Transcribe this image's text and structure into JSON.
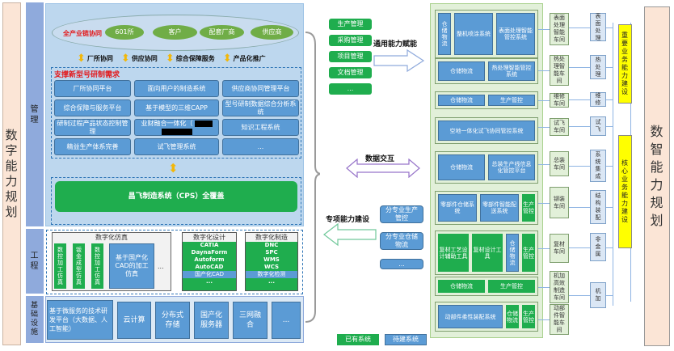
{
  "left_title": "数字能力规划",
  "right_title": "数智能力规划",
  "layers": {
    "management": "管理",
    "engineering": "工程",
    "infrastructure": "基础设施"
  },
  "industry_chain": {
    "label": "全产业链协同",
    "nodes": [
      "601所",
      "客户",
      "配套厂商",
      "供应商"
    ]
  },
  "collab_items": [
    "厂所协同",
    "供应协同",
    "综合保障服务",
    "产品化推广"
  ],
  "support_section": {
    "title": "支撑新型号研制需求",
    "items": [
      "厂所协同平台",
      "面向用户的制造系统",
      "供应商协同管理平台",
      "综合保障与服务平台",
      "基于模型的三维CAPP",
      "型号研制数据综合分析系统",
      "研制过程产品状态控制管理",
      "业财融合一体化（",
      "知识工程系统",
      "精益生产体系完善",
      "试飞管理系统",
      "..."
    ]
  },
  "cps_label": "昌飞制造系统（CPS）全覆盖",
  "engineering": {
    "sim": {
      "title": "数字化仿真",
      "green_items": [
        "数控加工仿真",
        "钣金成型仿真",
        "数控加工仿真"
      ],
      "blue_item": "基于国产化CAD的加工仿真",
      "more": "..."
    },
    "design": {
      "title": "数字化设计",
      "items": [
        "CATIA",
        "DaynaForm",
        "Autoform",
        "AutoCAD"
      ],
      "blue_item": "国产化CAD",
      "more": "..."
    },
    "manufacture": {
      "title": "数字化制造",
      "items": [
        "DNC",
        "SPC",
        "WMS",
        "WCS"
      ],
      "blue_item": "数字化检测",
      "more": "..."
    }
  },
  "infrastructure": [
    "基于微服务的技术研发平台（大数据、人工智能）",
    "云计算",
    "分布式存储",
    "国产化服务器",
    "三网融合",
    "..."
  ],
  "general_mgmt": [
    "生产管理",
    "采购管理",
    "项目管理",
    "文档管理",
    "..."
  ],
  "arrows": {
    "general": "通用能力赋能",
    "data": "数据交互",
    "special": "专项能力建设"
  },
  "special_items": [
    "分专业生产管控",
    "分专业仓储物流",
    "..."
  ],
  "legend": {
    "existing": "已有系统",
    "planned": "待建系统"
  },
  "sections": [
    {
      "items": [
        {
          "t": "仓储物流",
          "c": "blue"
        },
        {
          "t": "整机喷涂系统",
          "c": "blue"
        },
        {
          "t": "表面处理智能管控系统",
          "c": "blue"
        }
      ]
    },
    {
      "items": [
        {
          "t": "仓储物流",
          "c": "blue"
        },
        {
          "t": "热处理智能管控系统",
          "c": "blue"
        }
      ]
    },
    {
      "items": [
        {
          "t": "仓储物流",
          "c": "blue"
        },
        {
          "t": "生产管控",
          "c": "blue"
        }
      ]
    },
    {
      "items": [
        {
          "t": "空地一体化试飞协同管控系统",
          "c": "blue"
        }
      ]
    },
    {
      "items": [
        {
          "t": "仓储物流",
          "c": "blue"
        },
        {
          "t": "总装生产线信息化管控平台",
          "c": "blue"
        }
      ]
    },
    {
      "items": [
        {
          "t": "零部件仓储系统",
          "c": "blue"
        },
        {
          "t": "零部件智能配送系统",
          "c": "blue"
        },
        {
          "t": "生产管控",
          "c": "green"
        }
      ]
    },
    {
      "items": [
        {
          "t": "复材工艺设计辅助工具",
          "c": "green"
        },
        {
          "t": "复材设计工具",
          "c": "green"
        },
        {
          "t": "仓储物流",
          "c": "blue"
        },
        {
          "t": "生产管控",
          "c": "green"
        }
      ]
    },
    {
      "items": [
        {
          "t": "仓储物流",
          "c": "green"
        },
        {
          "t": "生产管控",
          "c": "green"
        }
      ]
    },
    {
      "items": [
        {
          "t": "动部件柔性装配系统",
          "c": "blue"
        },
        {
          "t": "仓储物流",
          "c": "green"
        },
        {
          "t": "生产管控",
          "c": "green"
        }
      ]
    }
  ],
  "workshops": [
    "表面处理智能车间",
    "热处理智能车间",
    "维修车间",
    "试飞车间",
    "总装车间",
    "铆装车间",
    "复材车间",
    "机加高效制造车间",
    "动部件智能车间"
  ],
  "business": [
    "表面处理",
    "热处理",
    "维修",
    "试飞",
    "系统集成",
    "结构装配",
    "非金属",
    "机加"
  ],
  "capability": {
    "important": "重要业务能力建设",
    "core": "核心业务能力建设"
  }
}
